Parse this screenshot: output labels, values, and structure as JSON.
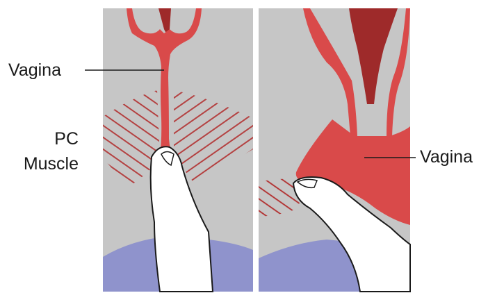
{
  "labels": {
    "left_vagina": "Vagina",
    "pc_line1": "PC",
    "pc_line2": "Muscle",
    "right_vagina": "Vagina"
  },
  "colors": {
    "background": "#ffffff",
    "tissue_gray": "#c6c6c6",
    "vagina_red": "#d94a4a",
    "dark_red": "#9e2a2a",
    "muscle_hatch": "#b33a3a",
    "skin_blue": "#8f93cc",
    "finger_white": "#ffffff",
    "outline": "#1a1a1a"
  }
}
